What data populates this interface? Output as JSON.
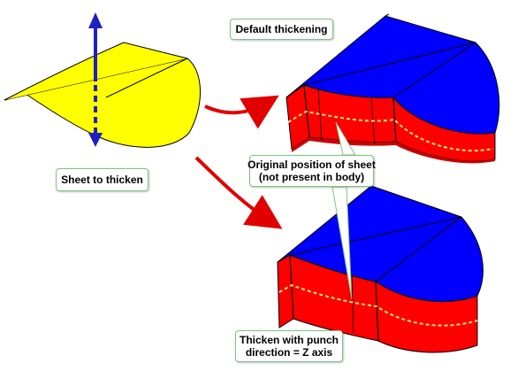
{
  "labels": {
    "default_thickening": "Default thickening",
    "sheet_to_thicken": "Sheet to thicken",
    "original_position_line1": "Original position of sheet",
    "original_position_line2": "(not present in body)",
    "punch_direction_line1": "Thicken with punch",
    "punch_direction_line2": "direction = Z axis"
  },
  "colors": {
    "sheet_yellow": "#ffff00",
    "body_top_blue": "#0000ff",
    "body_side_red": "#ff0000",
    "arrow_red": "#e00000",
    "axis_arrow_blue": "#2020c0",
    "sheet_line_dashed": "#ffe680",
    "callout_border": "#7fc47f"
  }
}
